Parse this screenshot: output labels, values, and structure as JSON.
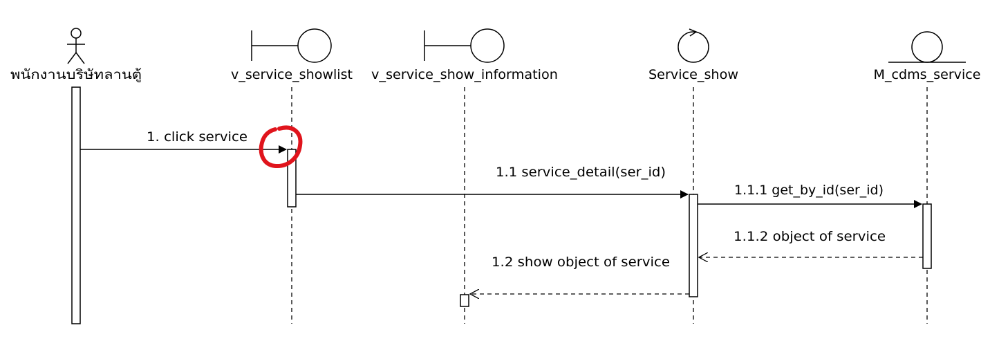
{
  "participants": [
    {
      "key": "actor",
      "name": "พนักงานบริษัทลานตู้",
      "kind": "actor"
    },
    {
      "key": "showlist",
      "name": "v_service_showlist",
      "kind": "boundary"
    },
    {
      "key": "showinfo",
      "name": "v_service_show_information",
      "kind": "boundary"
    },
    {
      "key": "control",
      "name": "Service_show",
      "kind": "control"
    },
    {
      "key": "entity",
      "name": "M_cdms_service",
      "kind": "entity"
    }
  ],
  "messages": [
    {
      "key": "m1",
      "label": "1. click service",
      "from": "พนักงานบริษัทลานตู้",
      "to": "v_service_showlist",
      "style": "sync"
    },
    {
      "key": "m11",
      "label": "1.1 service_detail(ser_id)",
      "from": "v_service_showlist",
      "to": "Service_show",
      "style": "sync"
    },
    {
      "key": "m111",
      "label": "1.1.1 get_by_id(ser_id)",
      "from": "Service_show",
      "to": "M_cdms_service",
      "style": "sync"
    },
    {
      "key": "m112",
      "label": "1.1.2 object of service",
      "from": "M_cdms_service",
      "to": "Service_show",
      "style": "return"
    },
    {
      "key": "m12",
      "label": "1.2 show object of service",
      "from": "Service_show",
      "to": "v_service_show_information",
      "style": "return"
    }
  ],
  "annotation": {
    "shape": "hand-drawn circle",
    "color": "#e0141c"
  }
}
